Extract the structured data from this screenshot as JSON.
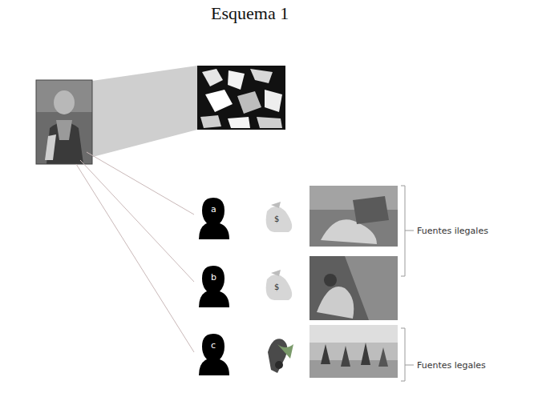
{
  "diagram": {
    "title": "Esquema 1",
    "nodes": [
      {
        "text": [
          "a"
        ]
      },
      {
        "text": [
          "b"
        ]
      },
      {
        "text": [
          "c"
        ]
      }
    ],
    "labels": [
      "$",
      "$",
      "Fuentes ilegales",
      "Fuentes legales"
    ]
  }
}
